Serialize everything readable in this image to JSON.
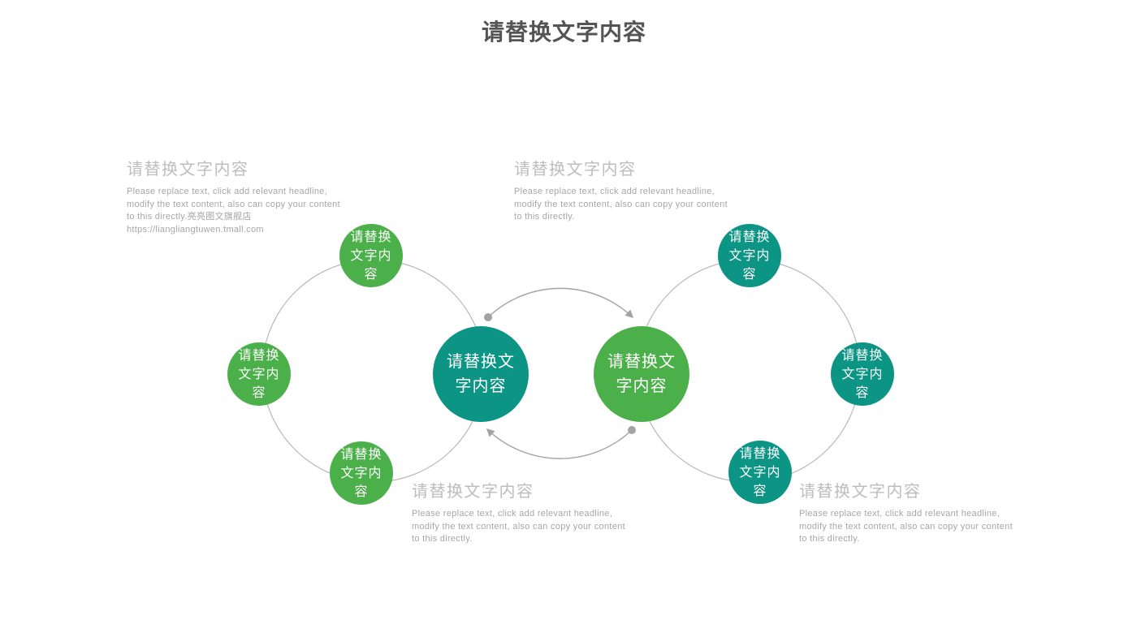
{
  "title": "请替换文字内容",
  "colors": {
    "teal": "#0c9484",
    "green": "#4bb04a",
    "ring_gray": "#b8b8b8",
    "arrow_gray": "#a3a3a3",
    "heading_gray": "#bdbdbd",
    "body_gray": "#a6a6a6",
    "title_gray": "#545454"
  },
  "blocks": {
    "top_left": {
      "heading": "请替换文字内容",
      "lines": [
        "Please replace text, click add relevant headline,",
        "modify the text content, also can copy your content",
        "to this directly.亮亮图文旗舰店",
        "https://liangliangtuwen.tmall.com"
      ]
    },
    "top_right": {
      "heading": "请替换文字内容",
      "lines": [
        "Please replace text, click add relevant headline,",
        "modify the text content, also can copy your content",
        "to this directly."
      ]
    },
    "bottom_center": {
      "heading": "请替换文字内容",
      "lines": [
        "Please replace text, click add relevant headline,",
        "modify the text content, also can copy your content",
        "to this directly."
      ]
    },
    "bottom_right": {
      "heading": "请替换文字内容",
      "lines": [
        "Please replace text, click add relevant headline,",
        "modify the text content, also can copy your content",
        "to this directly."
      ]
    }
  },
  "hubs": {
    "left": {
      "line1": "请替换文",
      "line2": "字内容"
    },
    "right": {
      "line1": "请替换文",
      "line2": "字内容"
    }
  },
  "satellites": {
    "left_top": {
      "line1": "请替换",
      "line2": "文字内",
      "line3": "容"
    },
    "left_side": {
      "line1": "请替换",
      "line2": "文字内",
      "line3": "容"
    },
    "left_bottom": {
      "line1": "请替换",
      "line2": "文字内",
      "line3": "容"
    },
    "right_top": {
      "line1": "请替换",
      "line2": "文字内",
      "line3": "容"
    },
    "right_side": {
      "line1": "请替换",
      "line2": "文字内",
      "line3": "容"
    },
    "right_bottom": {
      "line1": "请替换",
      "line2": "文字内",
      "line3": "容"
    }
  }
}
